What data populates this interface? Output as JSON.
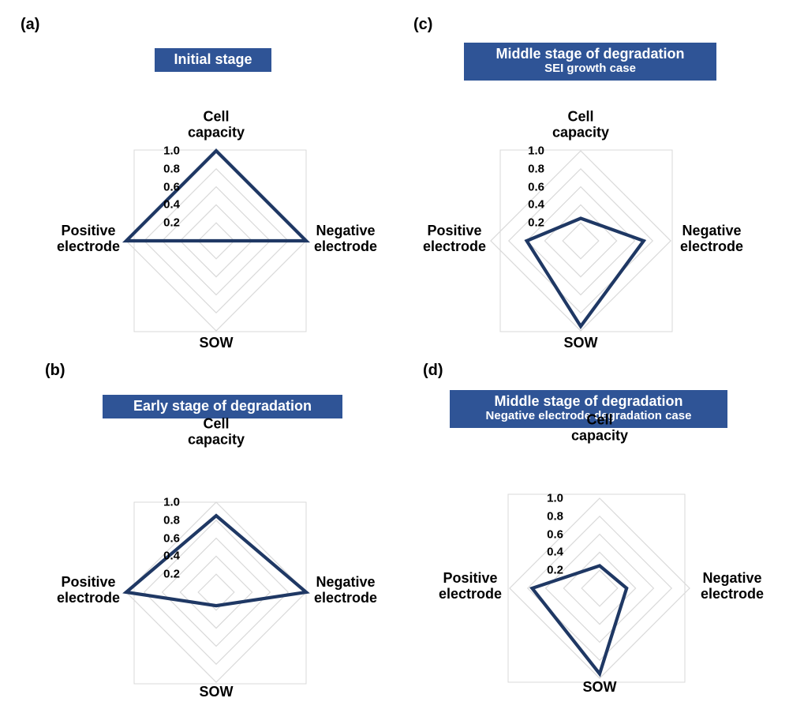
{
  "figure": {
    "axis_names": {
      "top": "Cell\ncapacity",
      "right": "Negative\nelectrode",
      "bottom": "SOW",
      "left": "Positive\nelectrode"
    },
    "axis_top_line1": "Cell",
    "axis_top_line2": "capacity",
    "axis_right_line1": "Negative",
    "axis_right_line2": "electrode",
    "axis_left_line1": "Positive",
    "axis_left_line2": "electrode",
    "axis_bottom": "SOW",
    "tick_labels": [
      "1.0",
      "0.8",
      "0.6",
      "0.4",
      "0.2"
    ],
    "colors": {
      "banner_fill": "#2f5496",
      "banner_text": "#ffffff",
      "series_line": "#1f3864",
      "grid_line": "#d9d9d9",
      "frame_line": "#d9d9d9",
      "text": "#000000",
      "background": "#ffffff"
    }
  },
  "panels": [
    {
      "letter": "(a)",
      "title_main": "Initial stage",
      "title_sub": ""
    },
    {
      "letter": "(b)",
      "title_main": "Early stage of degradation",
      "title_sub": ""
    },
    {
      "letter": "(c)",
      "title_main": "Middle stage of degradation",
      "title_sub": "SEI growth case"
    },
    {
      "letter": "(d)",
      "title_main": "Middle stage of degradation",
      "title_sub": "Negative electrode degradation case"
    }
  ],
  "chart_data": [
    {
      "type": "radar",
      "panel": "(a)",
      "title": "Initial stage",
      "subtitle": "",
      "categories": [
        "Cell capacity",
        "Negative electrode",
        "SOW",
        "Positive electrode"
      ],
      "values": [
        1.0,
        1.0,
        0.0,
        1.0
      ],
      "rlim": [
        0,
        1.0
      ],
      "rticks": [
        0.2,
        0.4,
        0.6,
        0.8,
        1.0
      ],
      "rtick_labels": [
        "0.2",
        "0.4",
        "0.6",
        "0.8",
        "1.0"
      ],
      "grid": true,
      "legend": "none",
      "line_color": "#1f3864",
      "fill": "none"
    },
    {
      "type": "radar",
      "panel": "(b)",
      "title": "Early stage of degradation",
      "subtitle": "",
      "categories": [
        "Cell capacity",
        "Negative electrode",
        "SOW",
        "Positive electrode"
      ],
      "values": [
        0.85,
        1.0,
        0.15,
        1.0
      ],
      "rlim": [
        0,
        1.0
      ],
      "rticks": [
        0.2,
        0.4,
        0.6,
        0.8,
        1.0
      ],
      "rtick_labels": [
        "0.2",
        "0.4",
        "0.6",
        "0.8",
        "1.0"
      ],
      "grid": true,
      "legend": "none",
      "line_color": "#1f3864",
      "fill": "none"
    },
    {
      "type": "radar",
      "panel": "(c)",
      "title": "Middle stage of degradation",
      "subtitle": "SEI growth case",
      "categories": [
        "Cell capacity",
        "Negative electrode",
        "SOW",
        "Positive electrode"
      ],
      "values": [
        0.25,
        0.7,
        0.95,
        0.6
      ],
      "rlim": [
        0,
        1.0
      ],
      "rticks": [
        0.2,
        0.4,
        0.6,
        0.8,
        1.0
      ],
      "rtick_labels": [
        "0.2",
        "0.4",
        "0.6",
        "0.8",
        "1.0"
      ],
      "grid": true,
      "legend": "none",
      "line_color": "#1f3864",
      "fill": "none"
    },
    {
      "type": "radar",
      "panel": "(d)",
      "title": "Middle stage of degradation",
      "subtitle": "Negative electrode degradation case",
      "categories": [
        "Cell capacity",
        "Negative electrode",
        "SOW",
        "Positive electrode"
      ],
      "values": [
        0.25,
        0.3,
        0.95,
        0.75
      ],
      "rlim": [
        0,
        1.0
      ],
      "rticks": [
        0.2,
        0.4,
        0.6,
        0.8,
        1.0
      ],
      "rtick_labels": [
        "0.2",
        "0.4",
        "0.6",
        "0.8",
        "1.0"
      ],
      "grid": true,
      "legend": "none",
      "line_color": "#1f3864",
      "fill": "none"
    }
  ]
}
